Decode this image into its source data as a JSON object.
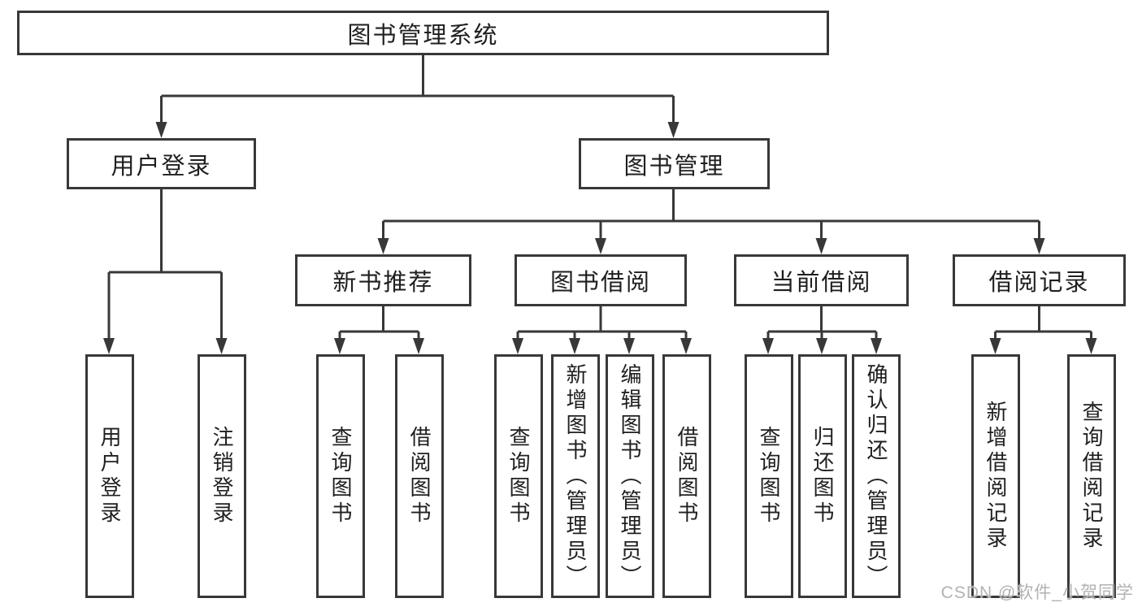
{
  "nodes": {
    "root": {
      "label": "图书管理系统"
    },
    "children": [
      {
        "label": "用户登录",
        "children": [
          {
            "label": "用户登录"
          },
          {
            "label": "注销登录"
          }
        ]
      },
      {
        "label": "图书管理",
        "children": [
          {
            "label": "新书推荐",
            "children": [
              {
                "label": "查询图书"
              },
              {
                "label": "借阅图书"
              }
            ]
          },
          {
            "label": "图书借阅",
            "children": [
              {
                "label": "查询图书"
              },
              {
                "label": "新增图书（管理员）"
              },
              {
                "label": "编辑图书（管理员）"
              },
              {
                "label": "借阅图书"
              }
            ]
          },
          {
            "label": "当前借阅",
            "children": [
              {
                "label": "查询图书"
              },
              {
                "label": "归还图书"
              },
              {
                "label": "确认归还（管理员）"
              }
            ]
          },
          {
            "label": "借阅记录",
            "children": [
              {
                "label": "新增借阅记录"
              },
              {
                "label": "查询借阅记录"
              }
            ]
          }
        ]
      }
    ]
  },
  "watermark": {
    "text": "CSDN @软件_小贺同学"
  },
  "colors": {
    "line": "#383838",
    "border": "#383838",
    "node_text": "#1f1f1f",
    "watermark": "#b2b2b2",
    "background": "#ffffff"
  }
}
